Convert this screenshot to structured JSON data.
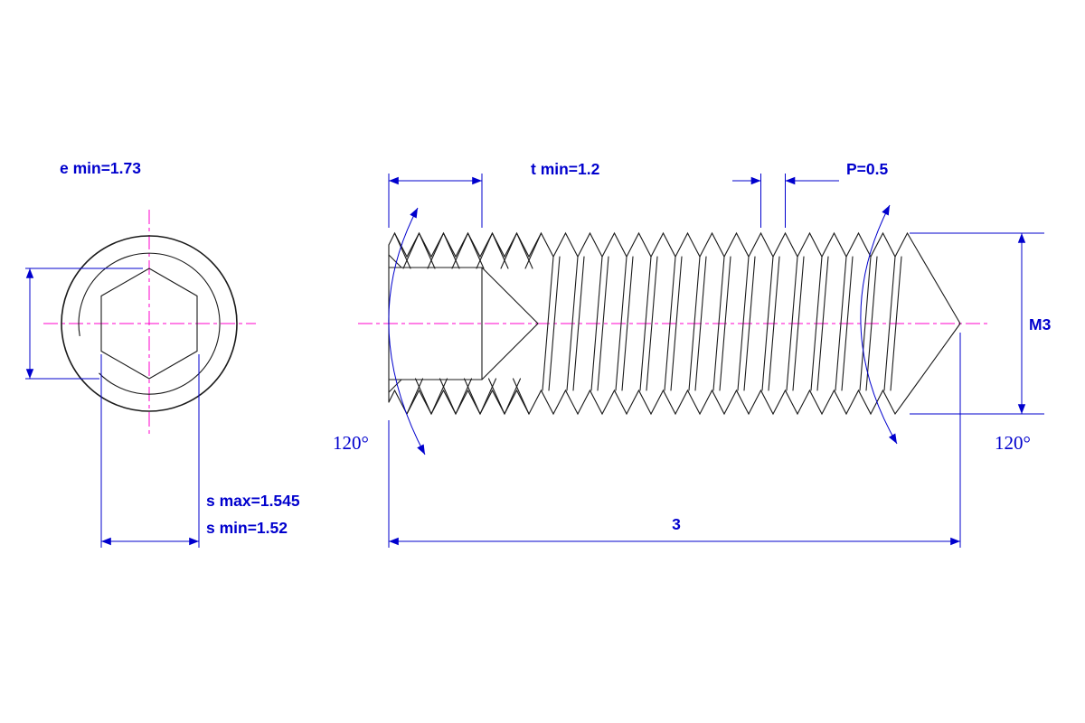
{
  "drawing": {
    "labels": {
      "e_min": "e min=1.73",
      "t_min": "t min=1.2",
      "pitch": "P=0.5",
      "thread": "M3",
      "s_max": "s max=1.545",
      "s_min": "s min=1.52",
      "length": "3",
      "angle_left": "120°",
      "angle_right": "120°"
    },
    "colors": {
      "dimension": "#0000cd",
      "centerline": "#ff00cc",
      "outline": "#1a1a1a",
      "background": "#ffffff"
    }
  }
}
